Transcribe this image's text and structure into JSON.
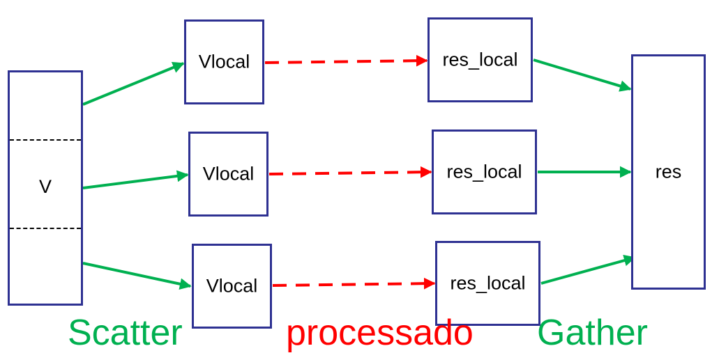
{
  "colors": {
    "box_border": "#2e3192",
    "solid_arrow": "#00b050",
    "dashed_arrow": "#ff0000",
    "caption_scatter": "#00b050",
    "caption_process": "#ff0000",
    "caption_gather": "#00b050"
  },
  "v_block": {
    "label": "V"
  },
  "local_rows": [
    {
      "vlocal_label": "Vlocal",
      "res_local_label": "res_local"
    },
    {
      "vlocal_label": "Vlocal",
      "res_local_label": "res_local"
    },
    {
      "vlocal_label": "Vlocal",
      "res_local_label": "res_local"
    }
  ],
  "res_block": {
    "label": "res"
  },
  "caption": {
    "scatter": "Scatter",
    "process": "processado",
    "gather": "Gather"
  }
}
